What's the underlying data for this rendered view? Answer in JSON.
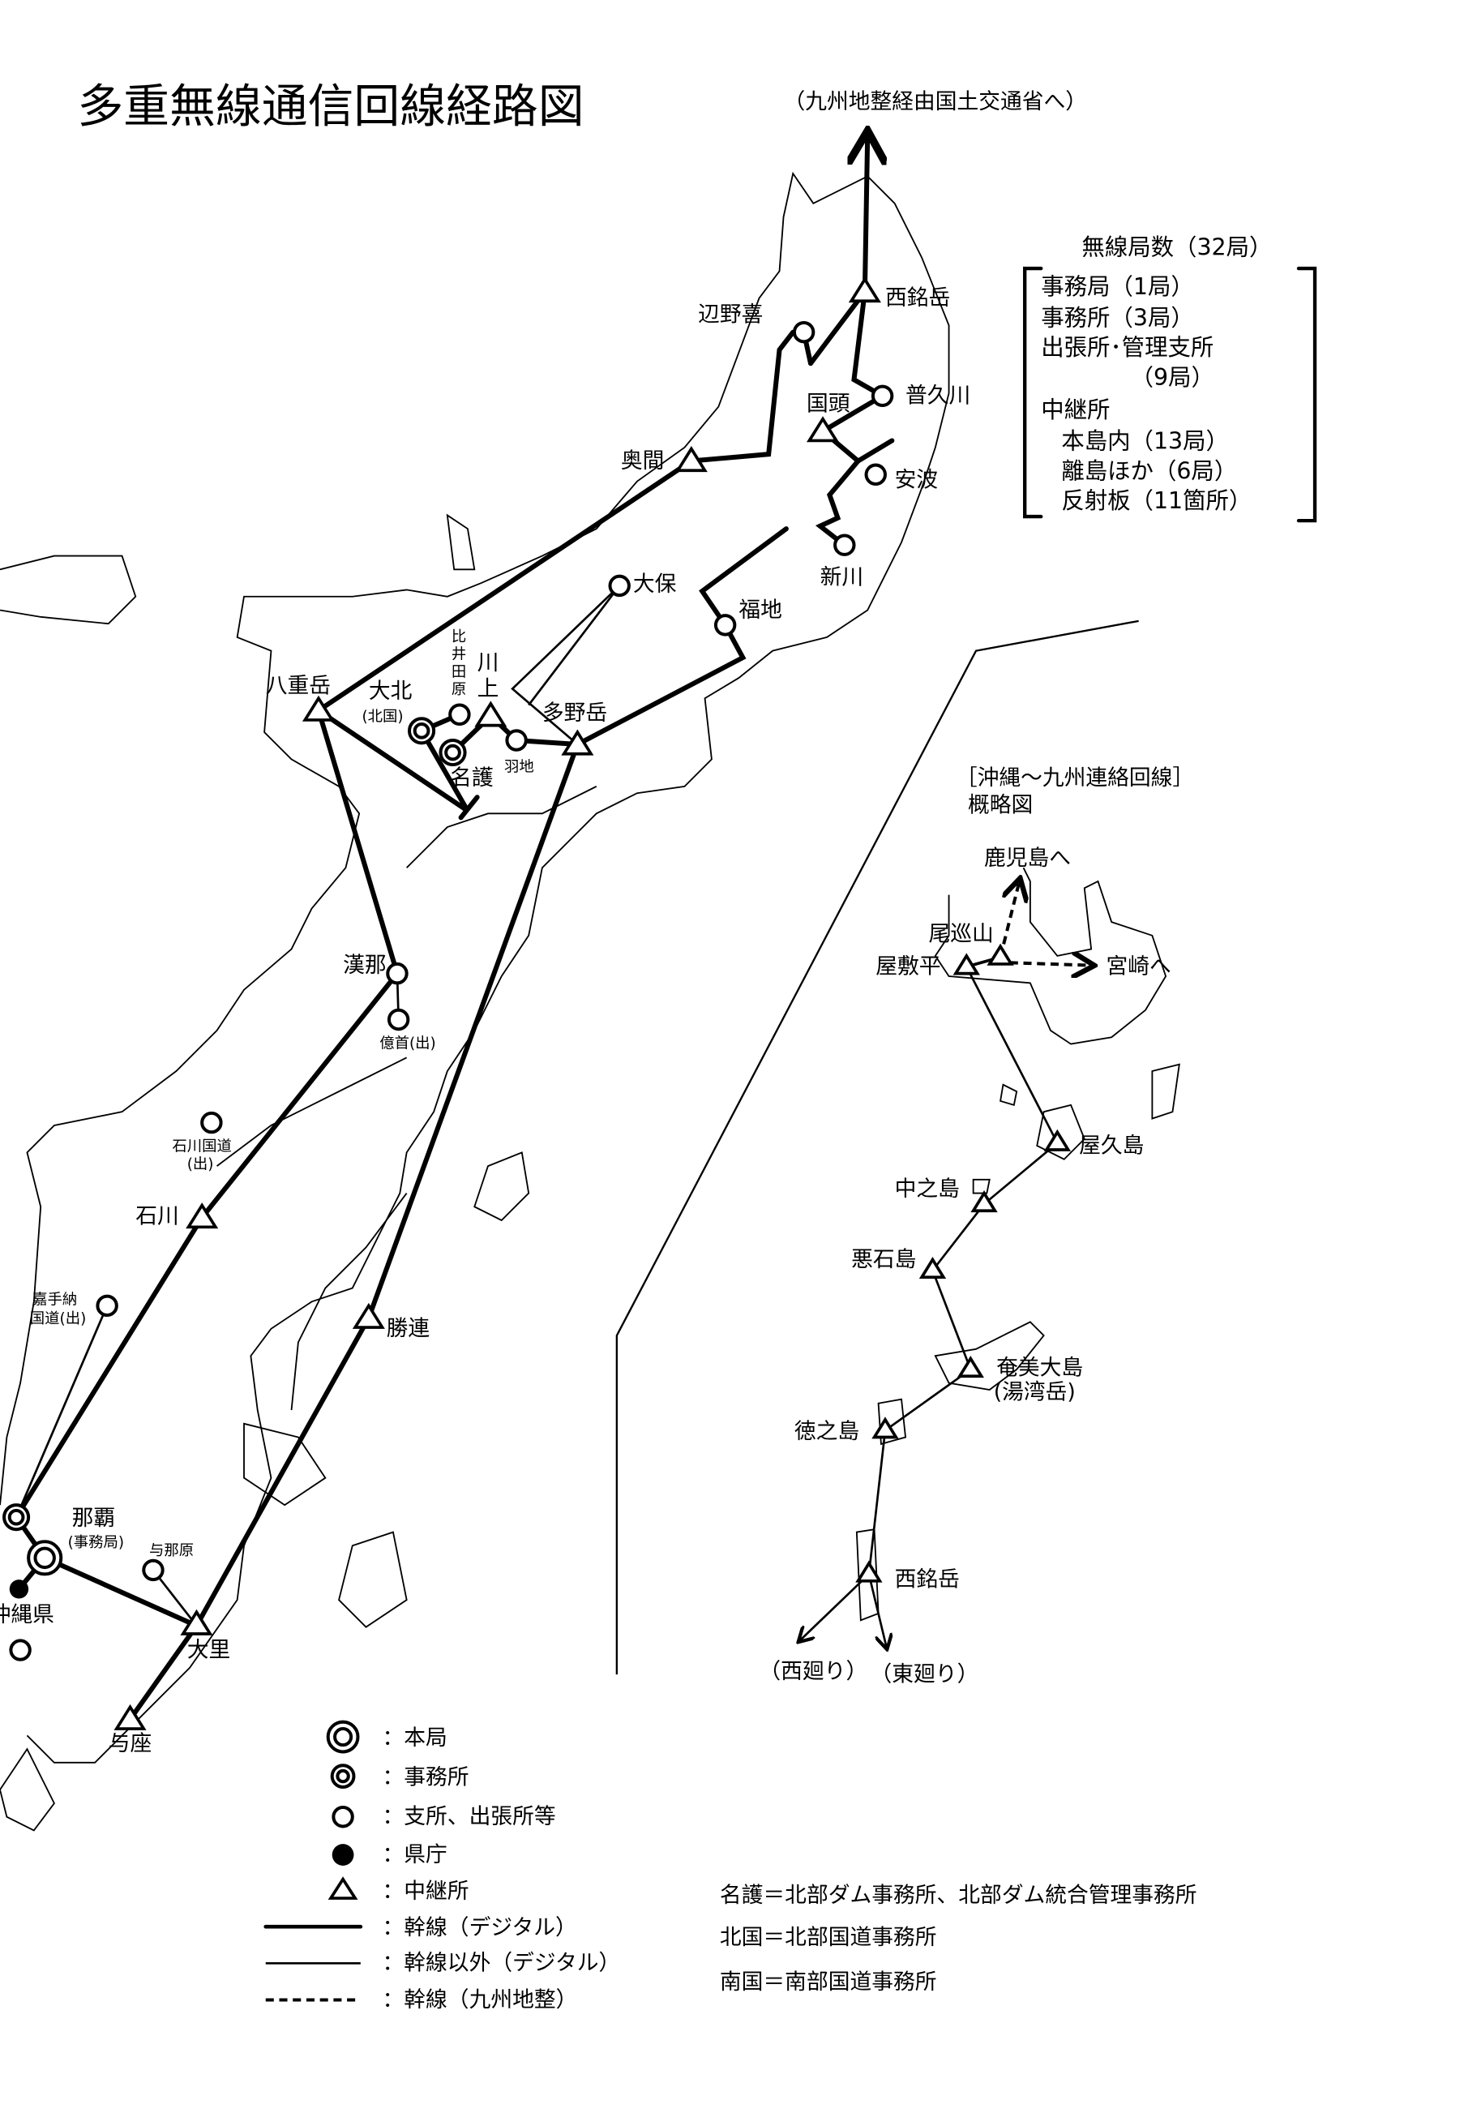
{
  "title": "多重無線通信回線経路図",
  "top_arrow_label": "（九州地整経由国土交通省へ）",
  "station_count": {
    "heading": "無線局数（32局）",
    "lines": [
      "事務局（1局）",
      "事務所（3局）",
      "出張所･管理支所",
      "（9局）",
      "中継所",
      "本島内（13局）",
      "離島ほか（6局）",
      "反射板（11箇所）"
    ]
  },
  "stations": {
    "nishimedake": "西銘岳",
    "benoki": "辺野喜",
    "fukugawa": "普久川",
    "kunigami": "国頭",
    "aha": "安波",
    "arakawa": "新川",
    "okuma": "奥間",
    "taiho": "大保",
    "fukuji": "福地",
    "yaedake": "八重岳",
    "taihoku": "大北",
    "taihoku_sub": "(北国)",
    "higa_tabaru": [
      "比",
      "井",
      "田",
      "原"
    ],
    "kawakami": [
      "川",
      "上"
    ],
    "nago": "名護",
    "haneji": "羽地",
    "tanodake": "多野岳",
    "kanna": "漢那",
    "okukubi": "億首(出)",
    "ishikawa_kokudo": [
      "石川国道",
      "(出)"
    ],
    "ishikawa": "石川",
    "katsuren": "勝連",
    "kadena_kokudo": [
      "嘉手納",
      "国道(出)"
    ],
    "naha": "那覇",
    "naha_sub": "(事務局)",
    "yonabaru": "与那原",
    "okinawa_pref": "沖縄県",
    "ozato": "大里",
    "yoza": "与座"
  },
  "kyushu": {
    "title": "［沖縄～九州連絡回線］",
    "subtitle": "概略図",
    "kagoshima": "鹿児島へ",
    "omeguriyama": "尾巡山",
    "yashikidaira": "屋敷平",
    "miyazaki": "宮崎へ",
    "yakushima": "屋久島",
    "nakanoshima": "中之島",
    "akusekijima": "悪石島",
    "amami": "奄美大島",
    "amami_sub": "(湯湾岳)",
    "tokunoshima": "徳之島",
    "nishimedake": "西銘岳",
    "west": "（西廻り）",
    "east": "（東廻り）"
  },
  "legend": [
    {
      "symbol": "main-station",
      "label": "：本局"
    },
    {
      "symbol": "office",
      "label": "：事務所"
    },
    {
      "symbol": "branch",
      "label": "：支所、出張所等"
    },
    {
      "symbol": "prefecture",
      "label": "：県庁"
    },
    {
      "symbol": "relay",
      "label": "：中継所"
    },
    {
      "symbol": "trunk-line",
      "label": "：幹線（デジタル）"
    },
    {
      "symbol": "non-trunk-line",
      "label": "：幹線以外（デジタル）"
    },
    {
      "symbol": "kyushu-trunk-line",
      "label": "：幹線（九州地整）"
    }
  ],
  "notes": [
    "名護＝北部ダム事務所、北部ダム統合管理事務所",
    "北国＝北部国道事務所",
    "南国＝南部国道事務所"
  ]
}
